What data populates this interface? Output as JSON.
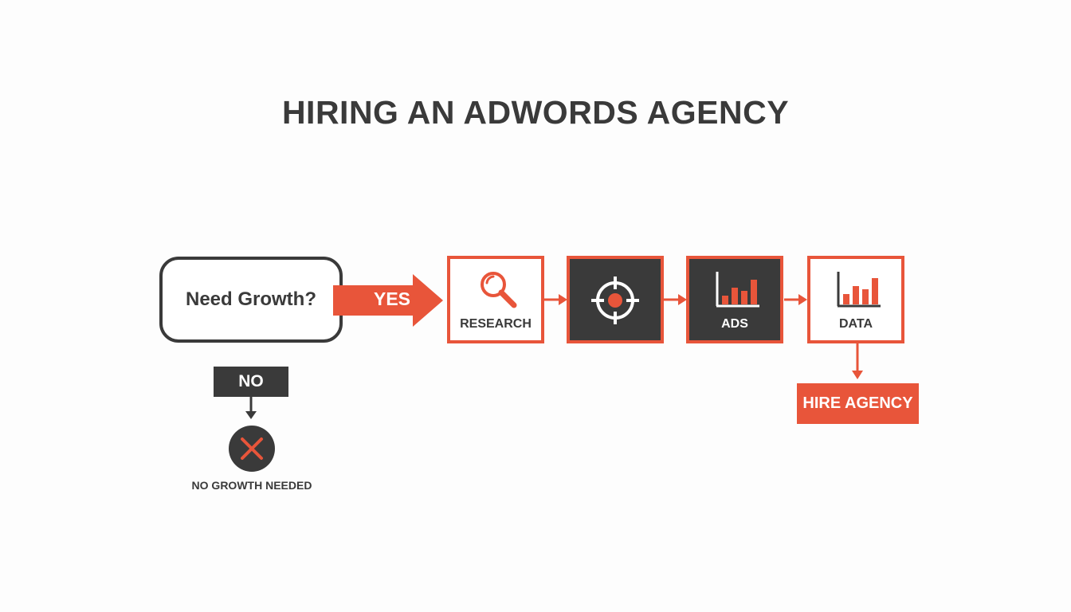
{
  "title": "HIRING AN ADWORDS AGENCY",
  "decision": {
    "label": "Need Growth?"
  },
  "yes_branch": {
    "label": "YES"
  },
  "steps": [
    {
      "label": "RESEARCH",
      "icon": "magnifier-icon",
      "style": "light"
    },
    {
      "label": "",
      "icon": "target-icon",
      "style": "dark"
    },
    {
      "label": "ADS",
      "icon": "bar-chart-icon",
      "style": "dark"
    },
    {
      "label": "DATA",
      "icon": "bar-chart-icon",
      "style": "light"
    }
  ],
  "no_branch": {
    "label": "NO",
    "outcome_icon": "close-icon",
    "outcome_label": "NO GROWTH NEEDED"
  },
  "final": {
    "label": "HIRE AGENCY"
  },
  "colors": {
    "accent": "#e8553a",
    "dark": "#3a3a3a",
    "background": "#fdfdfd",
    "white": "#ffffff"
  }
}
